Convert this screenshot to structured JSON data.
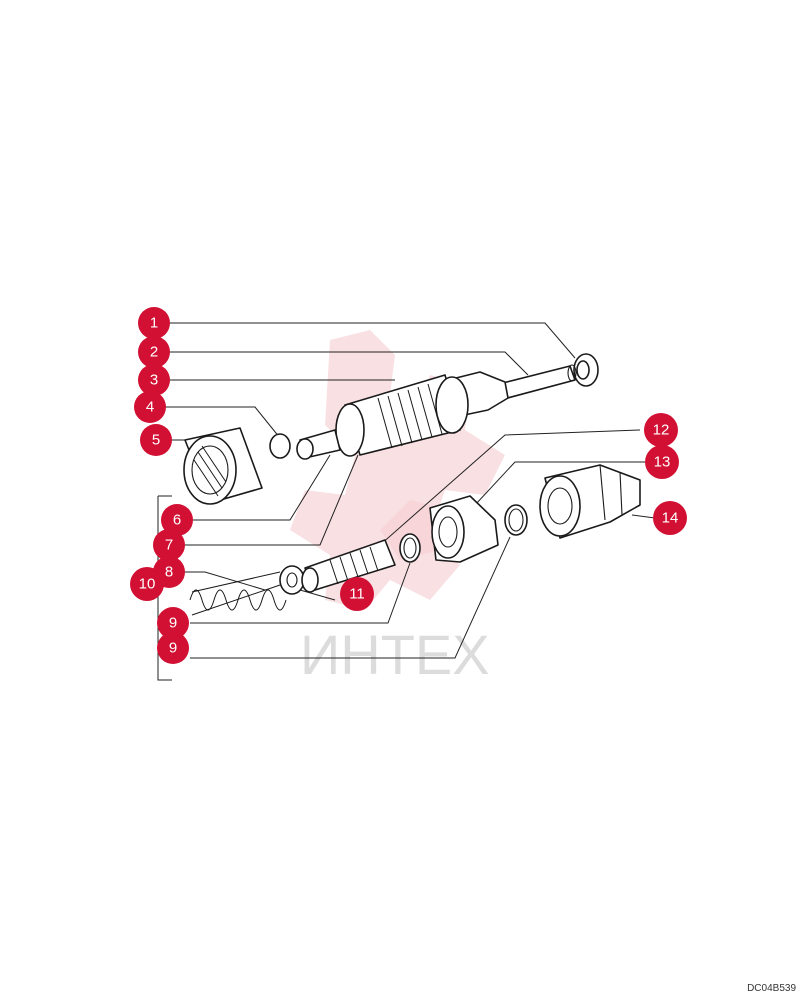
{
  "watermark_text": "ИНТЕХ",
  "drawing_code": "DC04B539",
  "callouts": [
    {
      "label": "1"
    },
    {
      "label": "2"
    },
    {
      "label": "3"
    },
    {
      "label": "4"
    },
    {
      "label": "5"
    },
    {
      "label": "6"
    },
    {
      "label": "7"
    },
    {
      "label": "8"
    },
    {
      "label": "9"
    },
    {
      "label": "9"
    },
    {
      "label": "10"
    },
    {
      "label": "11"
    },
    {
      "label": "12"
    },
    {
      "label": "13"
    },
    {
      "label": "14"
    }
  ],
  "colors": {
    "callout": "#d21033",
    "watermark": "#f6cfd4"
  }
}
